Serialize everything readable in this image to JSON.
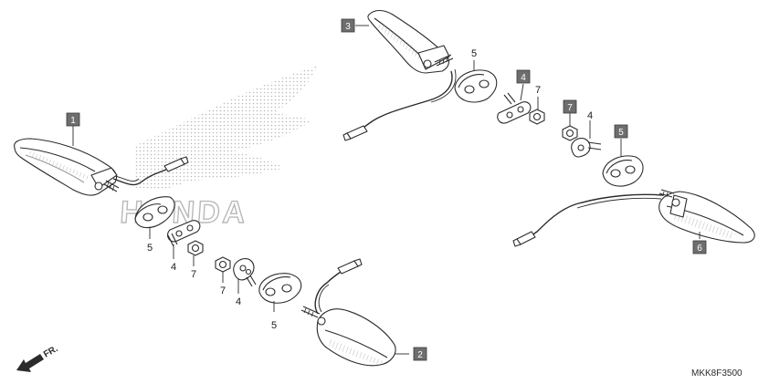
{
  "diagram": {
    "brand_watermark": "HONDA",
    "drawing_code": "MKK8F3500",
    "direction_label": "FR."
  },
  "boxed_callouts": [
    {
      "id": "box-1",
      "label": "1"
    },
    {
      "id": "box-2",
      "label": "2"
    },
    {
      "id": "box-3",
      "label": "3"
    },
    {
      "id": "box-4",
      "label": "4"
    },
    {
      "id": "box-5",
      "label": "5"
    },
    {
      "id": "box-6",
      "label": "6"
    },
    {
      "id": "box-7",
      "label": "7"
    }
  ],
  "plain_callouts": [
    {
      "id": "fl-5",
      "label": "5"
    },
    {
      "id": "fl-4",
      "label": "4"
    },
    {
      "id": "fl-7",
      "label": "7"
    },
    {
      "id": "rl-7",
      "label": "7"
    },
    {
      "id": "rl-4",
      "label": "4"
    },
    {
      "id": "rl-5",
      "label": "5"
    },
    {
      "id": "fr-5",
      "label": "5"
    },
    {
      "id": "fr-7",
      "label": "7"
    },
    {
      "id": "rr-4",
      "label": "4"
    }
  ],
  "colors": {
    "line": "#2b2b2b",
    "callout_box": "#6e6e6e",
    "watermark": "#b9b9b9"
  }
}
